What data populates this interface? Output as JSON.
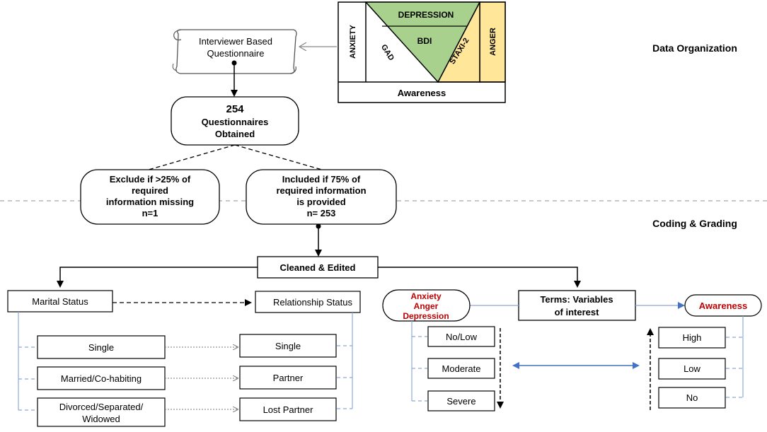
{
  "sections": {
    "data_organization": "Data Organization",
    "coding_grading": "Coding & Grading"
  },
  "scroll_label": {
    "line1": "Interviewer Based",
    "line2": "Questionnaire"
  },
  "instruments": {
    "depression": "DEPRESSION",
    "bdi": "BDI",
    "anxiety": "ANXIETY",
    "gad": "GAD",
    "staxi": "STAXI-2",
    "anger": "ANGER",
    "awareness": "Awareness"
  },
  "flow": {
    "obtained": {
      "line1": "254",
      "line2": "Questionnaires",
      "line3": "Obtained"
    },
    "exclude": {
      "line1": "Exclude if >25% of",
      "line2": "required",
      "line3": "information missing",
      "line4": "n=1"
    },
    "include": {
      "line1": "Included if 75% of",
      "line2": "required information",
      "line3": "is provided",
      "line4": "n= 253"
    },
    "cleaned": "Cleaned & Edited"
  },
  "marital": {
    "header": "Marital Status",
    "items": [
      {
        "line1": "Single",
        "line2": ""
      },
      {
        "line1": "Married/Co-habiting",
        "line2": ""
      },
      {
        "line1": "Divorced/Separated/",
        "line2": "Widowed"
      }
    ]
  },
  "relationship": {
    "header": "Relationship Status",
    "items": [
      "Single",
      "Partner",
      "Lost Partner"
    ]
  },
  "terms": {
    "line1": "Terms: Variables",
    "line2": "of interest"
  },
  "variables": {
    "line1": "Anxiety",
    "line2": "Anger",
    "line3": "Depression",
    "levels": [
      "No/Low",
      "Moderate",
      "Severe"
    ]
  },
  "awareness_var": {
    "label": "Awareness",
    "levels": [
      "High",
      "Low",
      "No"
    ]
  },
  "colors": {
    "green": "#a9d18e",
    "yellow": "#ffe699",
    "red_text": "#c00000",
    "blue_arrow": "#4472c4",
    "dash_divider": "#a6a6a6"
  }
}
